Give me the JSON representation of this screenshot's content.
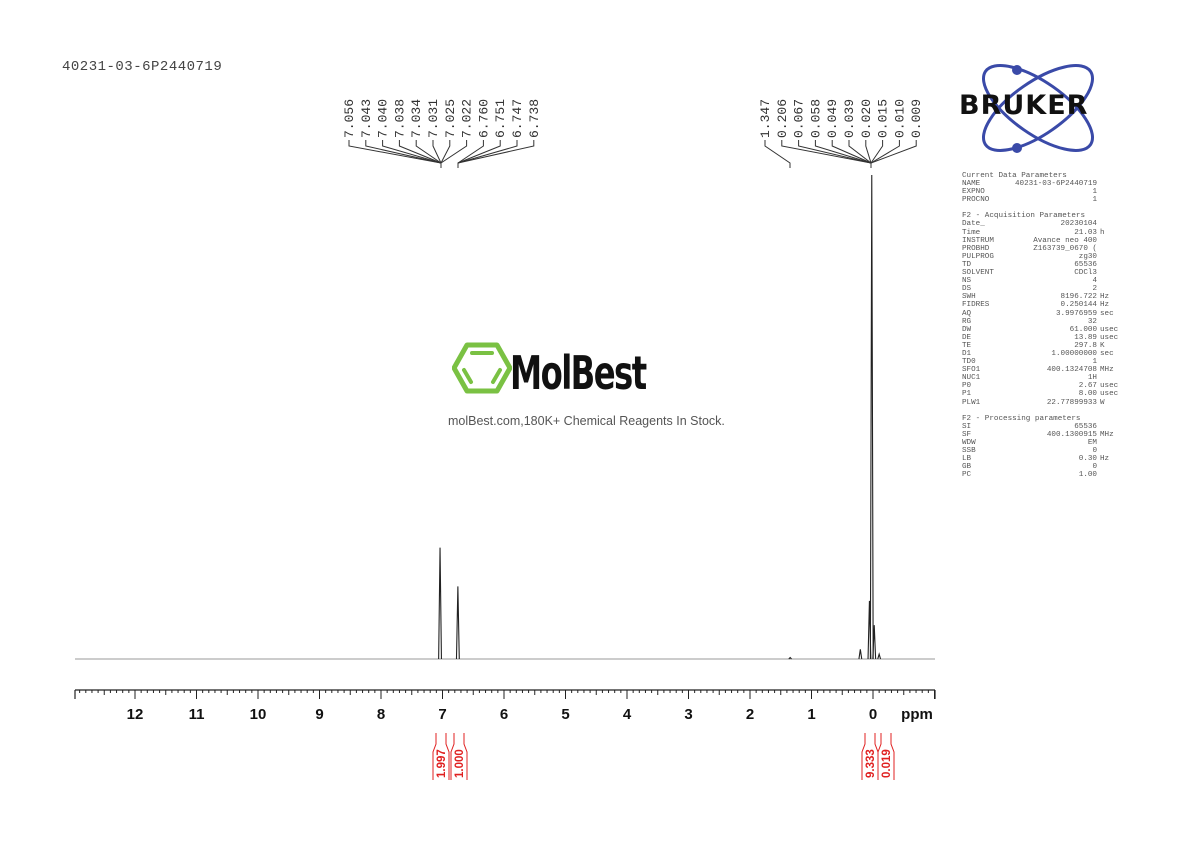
{
  "header": {
    "sample_id": "40231-03-6P2440719"
  },
  "watermark": {
    "brand": "MolBest",
    "tagline": "molBest.com,180K+ Chemical Reagents In Stock.",
    "logo_color": "#7ac143"
  },
  "logo": {
    "text": "BRUKER",
    "orbit_color": "#3a4aa8"
  },
  "parameters": {
    "current_data": {
      "title": "Current Data Parameters",
      "rows": [
        {
          "key": "NAME",
          "value": "40231-03-6P2440719",
          "unit": ""
        },
        {
          "key": "EXPNO",
          "value": "1",
          "unit": ""
        },
        {
          "key": "PROCNO",
          "value": "1",
          "unit": ""
        }
      ]
    },
    "acquisition": {
      "title": "F2 - Acquisition Parameters",
      "rows": [
        {
          "key": "Date_",
          "value": "20230104",
          "unit": ""
        },
        {
          "key": "Time",
          "value": "21.03",
          "unit": "h"
        },
        {
          "key": "INSTRUM",
          "value": "Avance neo 400",
          "unit": ""
        },
        {
          "key": "PROBHD",
          "value": "Z163739_0670 (",
          "unit": ""
        },
        {
          "key": "PULPROG",
          "value": "zg30",
          "unit": ""
        },
        {
          "key": "TD",
          "value": "65536",
          "unit": ""
        },
        {
          "key": "SOLVENT",
          "value": "CDCl3",
          "unit": ""
        },
        {
          "key": "NS",
          "value": "4",
          "unit": ""
        },
        {
          "key": "DS",
          "value": "2",
          "unit": ""
        },
        {
          "key": "SWH",
          "value": "8196.722",
          "unit": "Hz"
        },
        {
          "key": "FIDRES",
          "value": "0.250144",
          "unit": "Hz"
        },
        {
          "key": "AQ",
          "value": "3.9976959",
          "unit": "sec"
        },
        {
          "key": "RG",
          "value": "32",
          "unit": ""
        },
        {
          "key": "DW",
          "value": "61.000",
          "unit": "usec"
        },
        {
          "key": "DE",
          "value": "13.89",
          "unit": "usec"
        },
        {
          "key": "TE",
          "value": "297.8",
          "unit": "K"
        },
        {
          "key": "D1",
          "value": "1.00000000",
          "unit": "sec"
        },
        {
          "key": "TD0",
          "value": "1",
          "unit": ""
        },
        {
          "key": "SFO1",
          "value": "400.1324708",
          "unit": "MHz"
        },
        {
          "key": "NUC1",
          "value": "1H",
          "unit": ""
        },
        {
          "key": "P0",
          "value": "2.67",
          "unit": "usec"
        },
        {
          "key": "P1",
          "value": "8.00",
          "unit": "usec"
        },
        {
          "key": "PLW1",
          "value": "22.77899933",
          "unit": "W"
        }
      ]
    },
    "processing": {
      "title": "F2 - Processing parameters",
      "rows": [
        {
          "key": "SI",
          "value": "65536",
          "unit": ""
        },
        {
          "key": "SF",
          "value": "400.1300915",
          "unit": "MHz"
        },
        {
          "key": "WDW",
          "value": "EM",
          "unit": ""
        },
        {
          "key": "SSB",
          "value": "0",
          "unit": ""
        },
        {
          "key": "LB",
          "value": "0.30",
          "unit": "Hz"
        },
        {
          "key": "GB",
          "value": "0",
          "unit": ""
        },
        {
          "key": "PC",
          "value": "1.00",
          "unit": ""
        }
      ]
    }
  },
  "chart_data": {
    "type": "line",
    "title": "40231-03-6P2440719",
    "xlabel": "ppm",
    "ylabel": "",
    "xlim": [
      12.97,
      -1.0
    ],
    "x_reversed": true,
    "x_ticks": [
      12,
      11,
      10,
      9,
      8,
      7,
      6,
      5,
      4,
      3,
      2,
      1,
      0
    ],
    "x_tick_labels": [
      "12",
      "11",
      "10",
      "9",
      "8",
      "7",
      "6",
      "5",
      "4",
      "3",
      "2",
      "1",
      "0"
    ],
    "minor_tick_step": 0.1,
    "grid": false,
    "nucleus": "1H",
    "solvent": "CDCl3",
    "peak_labels": [
      {
        "group": "aromatic",
        "values": [
          "7.056",
          "7.043",
          "7.040",
          "7.038",
          "7.034",
          "7.031",
          "7.025",
          "7.022",
          "6.760",
          "6.751",
          "6.747",
          "6.738"
        ]
      },
      {
        "group": "aliphatic",
        "values": [
          "1.347",
          "0.206",
          "0.067",
          "0.058",
          "0.049",
          "0.039",
          "0.020",
          "0.015",
          "0.010",
          "0.009"
        ]
      }
    ],
    "peaks": [
      {
        "ppm": 7.04,
        "relative_height": 0.23
      },
      {
        "ppm": 6.75,
        "relative_height": 0.15
      },
      {
        "ppm": 1.347,
        "relative_height": 0.003
      },
      {
        "ppm": 0.206,
        "relative_height": 0.02
      },
      {
        "ppm": 0.02,
        "relative_height": 1.0
      },
      {
        "ppm": 0.058,
        "relative_height": 0.12
      },
      {
        "ppm": -0.02,
        "relative_height": 0.07
      },
      {
        "ppm": -0.1,
        "relative_height": 0.01
      }
    ],
    "integrals": [
      {
        "ppm_center": 7.04,
        "value": "1.997"
      },
      {
        "ppm_center": 6.75,
        "value": "1.000"
      },
      {
        "ppm_center": 0.05,
        "value": "9.333"
      },
      {
        "ppm_center": -0.1,
        "value": "0.019"
      }
    ],
    "integral_color": "#e02020"
  }
}
